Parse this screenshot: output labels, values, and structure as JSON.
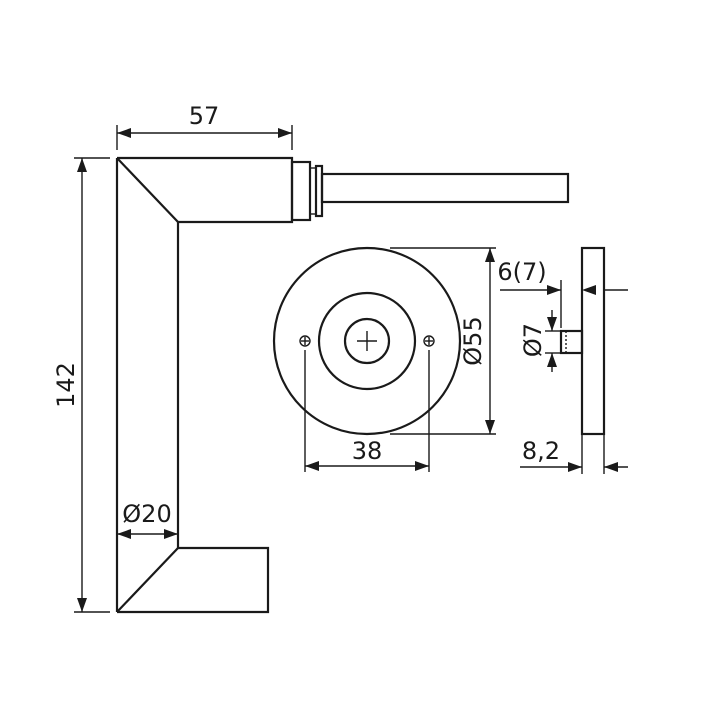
{
  "dimensions": {
    "handle_width": "57",
    "handle_height": "142",
    "handle_diameter": "Ø20",
    "rose_diameter": "Ø55",
    "screw_spacing": "38",
    "spindle_offset": "6(7)",
    "spindle_diameter": "Ø7",
    "rose_thickness": "8,2"
  },
  "colors": {
    "ink": "#1a1a1a",
    "background": "#ffffff"
  }
}
